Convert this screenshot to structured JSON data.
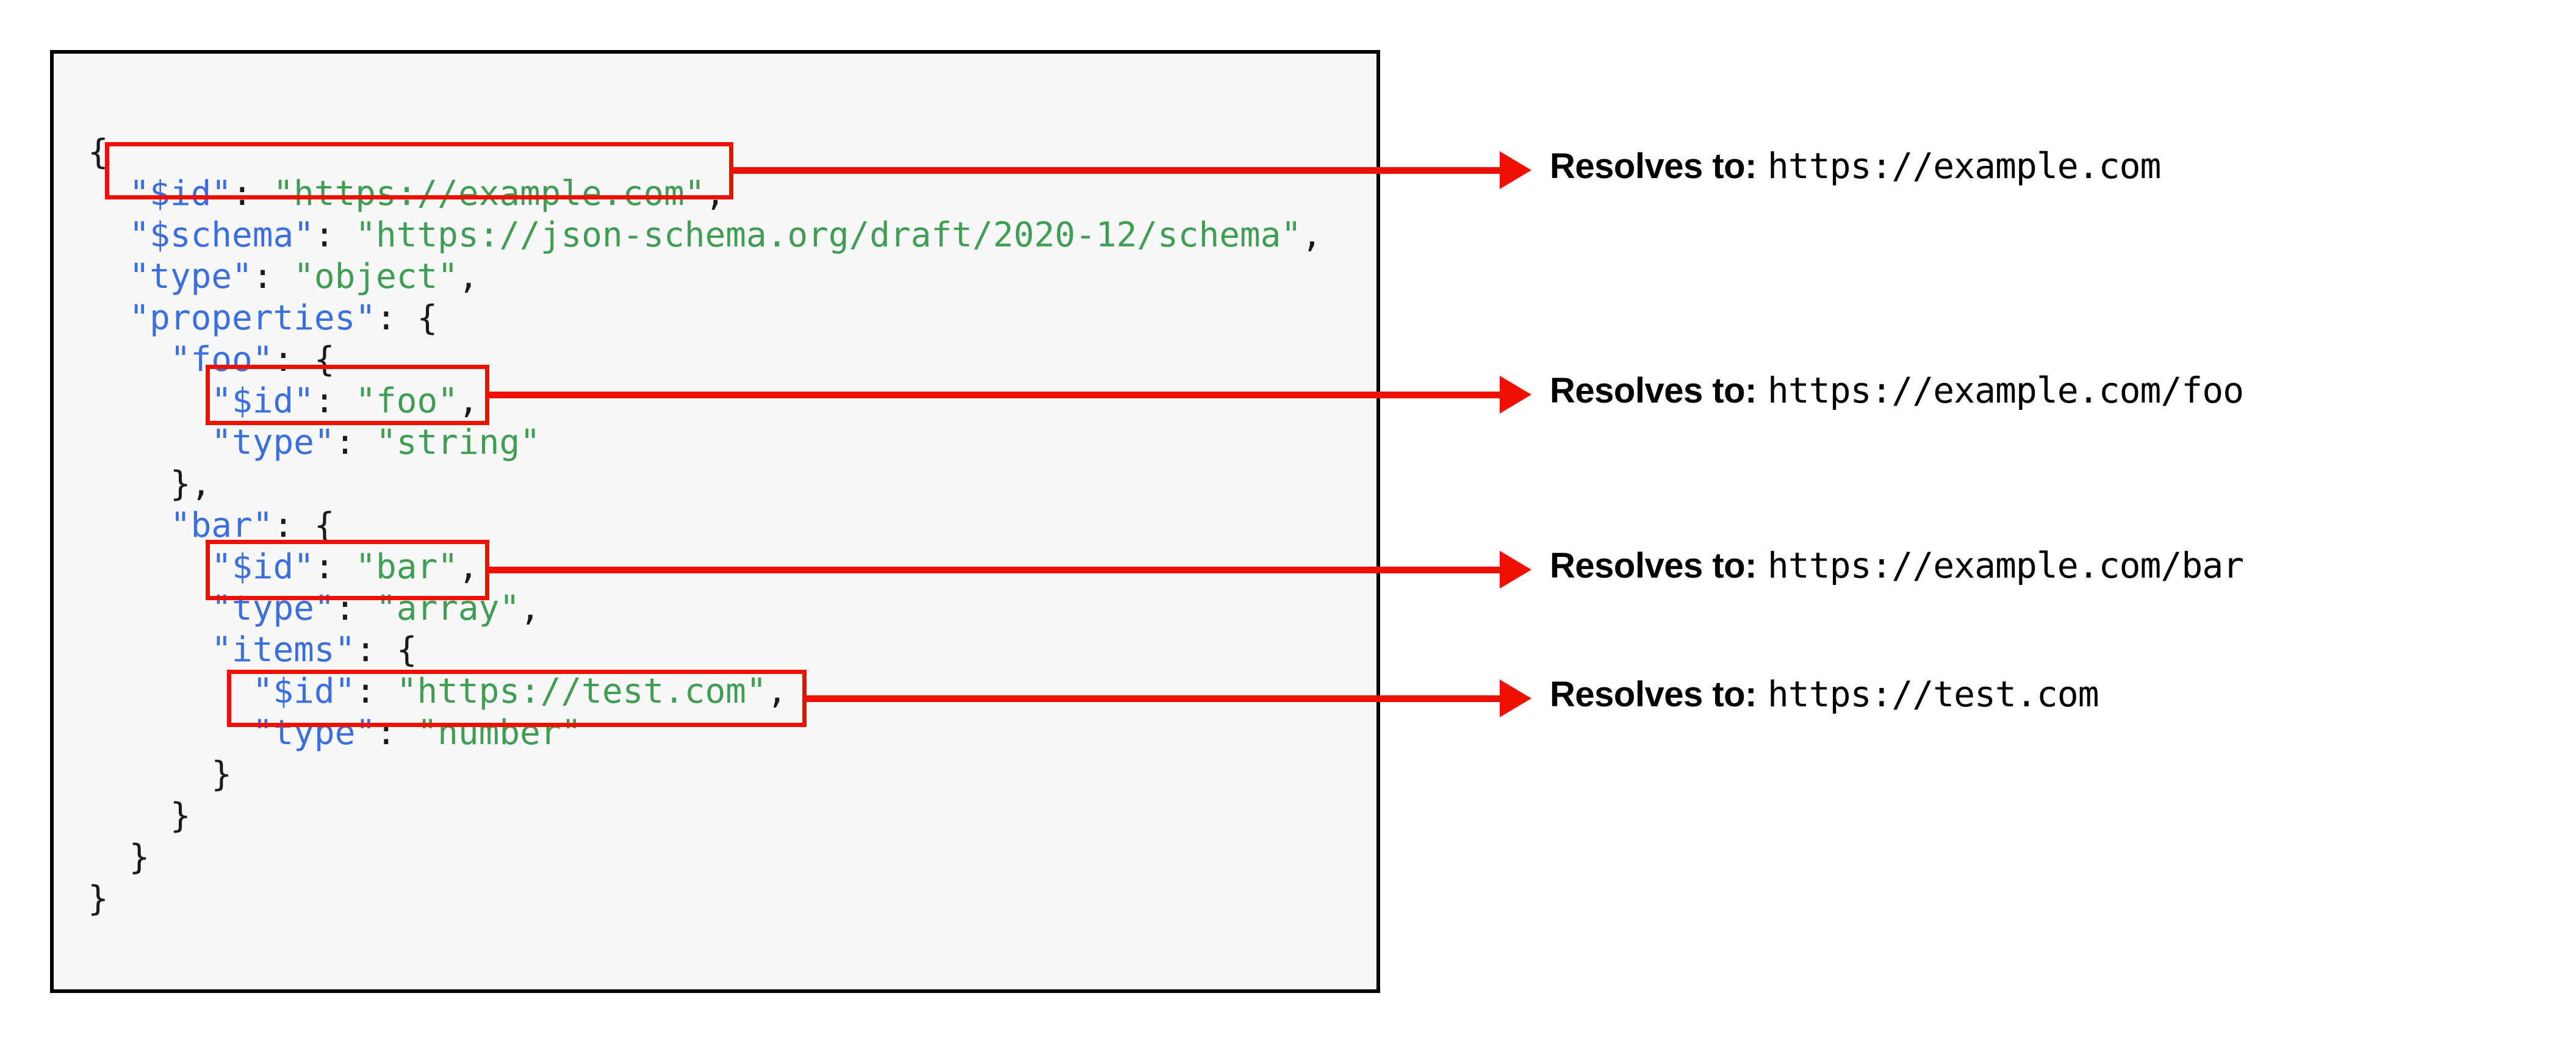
{
  "panel": {
    "background": "#f8f8f8",
    "border_color": "#000000"
  },
  "colors": {
    "key": "#3b6fe0",
    "string": "#3f9e54",
    "punctuation": "#1a1a1a",
    "highlight": "#ee1100",
    "arrow": "#ee1100",
    "text": "#000000"
  },
  "code": {
    "language": "json",
    "lines": [
      {
        "indent": 0,
        "text": "{",
        "parts": [
          {
            "t": "{",
            "c": "p"
          }
        ]
      },
      {
        "indent": 1,
        "text": "\"$id\": \"https://example.com\",",
        "parts": [
          {
            "t": "\"$id\"",
            "c": "k"
          },
          {
            "t": ": ",
            "c": "p"
          },
          {
            "t": "\"https://example.com\"",
            "c": "s"
          },
          {
            "t": ",",
            "c": "p"
          }
        ]
      },
      {
        "indent": 1,
        "text": "\"$schema\": \"https://json-schema.org/draft/2020-12/schema\",",
        "parts": [
          {
            "t": "\"$schema\"",
            "c": "k"
          },
          {
            "t": ": ",
            "c": "p"
          },
          {
            "t": "\"https://json-schema.org/draft/2020-12/schema\"",
            "c": "s"
          },
          {
            "t": ",",
            "c": "p"
          }
        ]
      },
      {
        "indent": 1,
        "text": "\"type\": \"object\",",
        "parts": [
          {
            "t": "\"type\"",
            "c": "k"
          },
          {
            "t": ": ",
            "c": "p"
          },
          {
            "t": "\"object\"",
            "c": "s"
          },
          {
            "t": ",",
            "c": "p"
          }
        ]
      },
      {
        "indent": 1,
        "text": "\"properties\": {",
        "parts": [
          {
            "t": "\"properties\"",
            "c": "k"
          },
          {
            "t": ": {",
            "c": "p"
          }
        ]
      },
      {
        "indent": 2,
        "text": "\"foo\": {",
        "parts": [
          {
            "t": "\"foo\"",
            "c": "k"
          },
          {
            "t": ": {",
            "c": "p"
          }
        ]
      },
      {
        "indent": 3,
        "text": "\"$id\": \"foo\",",
        "parts": [
          {
            "t": "\"$id\"",
            "c": "k"
          },
          {
            "t": ": ",
            "c": "p"
          },
          {
            "t": "\"foo\"",
            "c": "s"
          },
          {
            "t": ",",
            "c": "p"
          }
        ]
      },
      {
        "indent": 3,
        "text": "\"type\": \"string\"",
        "parts": [
          {
            "t": "\"type\"",
            "c": "k"
          },
          {
            "t": ": ",
            "c": "p"
          },
          {
            "t": "\"string\"",
            "c": "s"
          }
        ]
      },
      {
        "indent": 2,
        "text": "},",
        "parts": [
          {
            "t": "},",
            "c": "p"
          }
        ]
      },
      {
        "indent": 2,
        "text": "\"bar\": {",
        "parts": [
          {
            "t": "\"bar\"",
            "c": "k"
          },
          {
            "t": ": {",
            "c": "p"
          }
        ]
      },
      {
        "indent": 3,
        "text": "\"$id\": \"bar\",",
        "parts": [
          {
            "t": "\"$id\"",
            "c": "k"
          },
          {
            "t": ": ",
            "c": "p"
          },
          {
            "t": "\"bar\"",
            "c": "s"
          },
          {
            "t": ",",
            "c": "p"
          }
        ]
      },
      {
        "indent": 3,
        "text": "\"type\": \"array\",",
        "parts": [
          {
            "t": "\"type\"",
            "c": "k"
          },
          {
            "t": ": ",
            "c": "p"
          },
          {
            "t": "\"array\"",
            "c": "s"
          },
          {
            "t": ",",
            "c": "p"
          }
        ]
      },
      {
        "indent": 3,
        "text": "\"items\": {",
        "parts": [
          {
            "t": "\"items\"",
            "c": "k"
          },
          {
            "t": ": {",
            "c": "p"
          }
        ]
      },
      {
        "indent": 4,
        "text": "\"$id\": \"https://test.com\",",
        "parts": [
          {
            "t": "\"$id\"",
            "c": "k"
          },
          {
            "t": ": ",
            "c": "p"
          },
          {
            "t": "\"https://test.com\"",
            "c": "s"
          },
          {
            "t": ",",
            "c": "p"
          }
        ]
      },
      {
        "indent": 4,
        "text": "\"type\": \"number\"",
        "parts": [
          {
            "t": "\"type\"",
            "c": "k"
          },
          {
            "t": ": ",
            "c": "p"
          },
          {
            "t": "\"number\"",
            "c": "s"
          }
        ]
      },
      {
        "indent": 3,
        "text": "}",
        "parts": [
          {
            "t": "}",
            "c": "p"
          }
        ]
      },
      {
        "indent": 2,
        "text": "}",
        "parts": [
          {
            "t": "}",
            "c": "p"
          }
        ]
      },
      {
        "indent": 1,
        "text": "}",
        "parts": [
          {
            "t": "}",
            "c": "p"
          }
        ]
      },
      {
        "indent": 0,
        "text": "}",
        "parts": [
          {
            "t": "}",
            "c": "p"
          }
        ]
      }
    ]
  },
  "highlights": [
    {
      "id": "highlight-id-root",
      "target_line": 1,
      "target_text": "\"$id\": \"https://example.com\","
    },
    {
      "id": "highlight-id-foo",
      "target_line": 6,
      "target_text": "\"$id\": \"foo\","
    },
    {
      "id": "highlight-id-bar",
      "target_line": 10,
      "target_text": "\"$id\": \"bar\","
    },
    {
      "id": "highlight-id-items",
      "target_line": 13,
      "target_text": "\"$id\": \"https://test.com\","
    }
  ],
  "annotations": [
    {
      "label": "Resolves to:",
      "url": "https://example.com",
      "source": "\"$id\": \"https://example.com\""
    },
    {
      "label": "Resolves to:",
      "url": "https://example.com/foo",
      "source": "\"$id\": \"foo\""
    },
    {
      "label": "Resolves to:",
      "url": "https://example.com/bar",
      "source": "\"$id\": \"bar\""
    },
    {
      "label": "Resolves to:",
      "url": "https://test.com",
      "source": "\"$id\": \"https://test.com\""
    }
  ]
}
